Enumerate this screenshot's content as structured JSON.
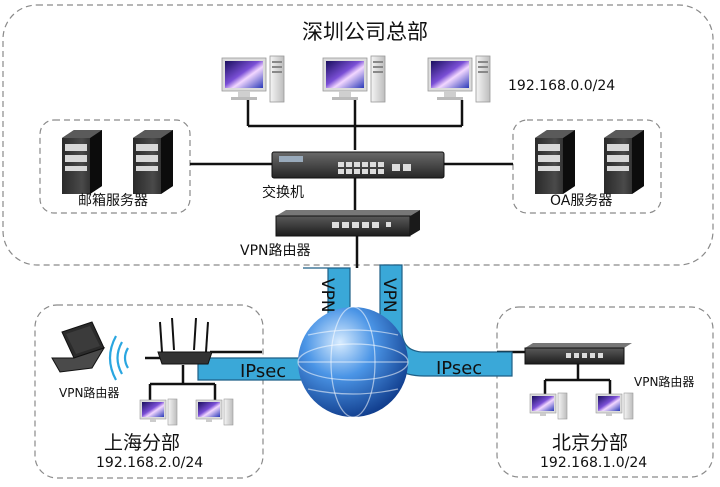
{
  "headquarters": {
    "title": "深圳公司总部",
    "subnet": "192.168.0.0/24",
    "mail_server_label": "邮箱服务器",
    "switch_label": "交换机",
    "oa_server_label": "OA服务器",
    "router_label": "VPN路由器"
  },
  "shanghai": {
    "title": "上海分部",
    "subnet": "192.168.2.0/24",
    "router_label": "VPN路由器"
  },
  "beijing": {
    "title": "北京分部",
    "subnet": "192.168.1.0/24",
    "router_label": "VPN路由器"
  },
  "tunnels": {
    "vpn_left": "VPN",
    "vpn_right": "VPN",
    "ipsec_left": "IPsec",
    "ipsec_right": "IPsec"
  },
  "colors": {
    "tunnel_fill": "#3aa8d8",
    "tunnel_stroke": "#1e5f86",
    "dashed_border": "#8a8a8a",
    "globe": "#2b70c8"
  }
}
